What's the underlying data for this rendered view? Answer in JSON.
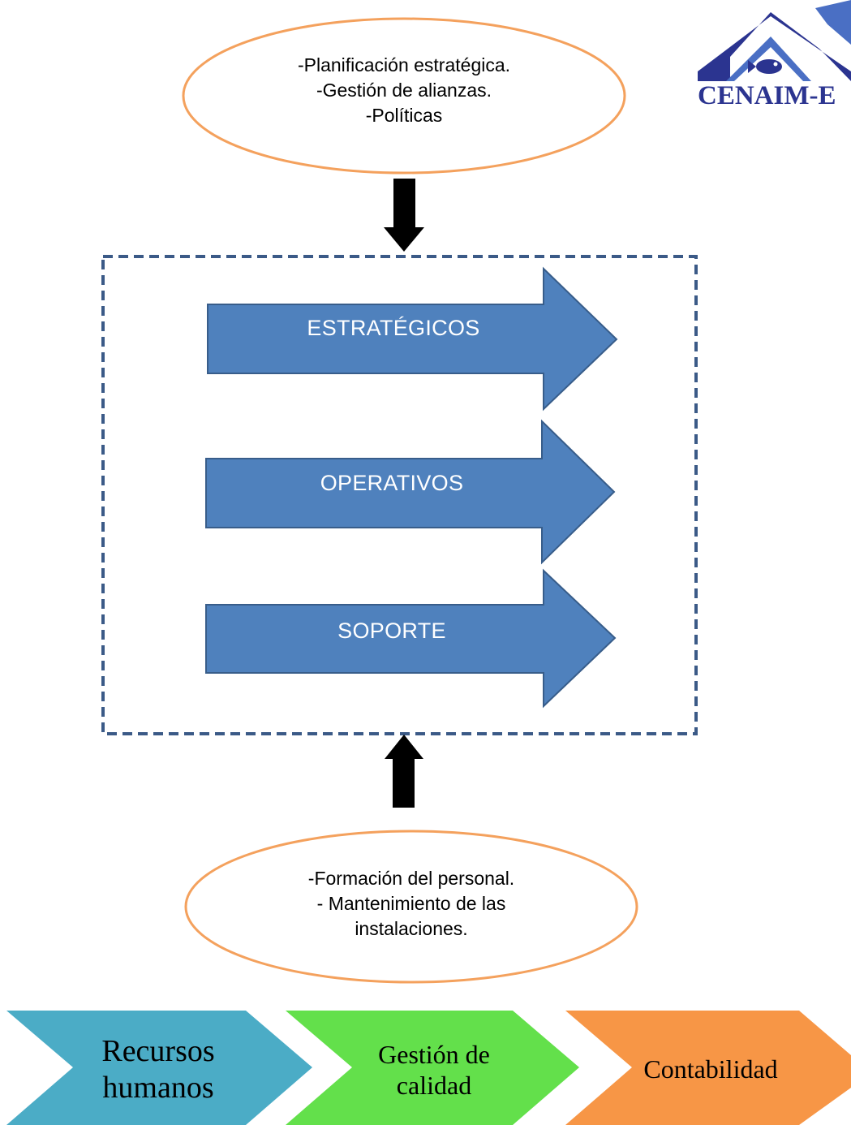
{
  "top_ellipse": {
    "lines": [
      "-Planificación estratégica.",
      "-Gestión de alianzas.",
      "-Políticas"
    ]
  },
  "process_arrows": [
    {
      "label": "ESTRATÉGICOS"
    },
    {
      "label": "OPERATIVOS"
    },
    {
      "label": "SOPORTE"
    }
  ],
  "bottom_ellipse": {
    "lines": [
      "-Formación del personal.",
      "- Mantenimiento de las",
      "instalaciones."
    ]
  },
  "chevrons": [
    {
      "lines": [
        "Recursos",
        "humanos"
      ],
      "color": "#4bacc6"
    },
    {
      "lines": [
        "Gestión de",
        "calidad"
      ],
      "color": "#63e04b"
    },
    {
      "lines": [
        "Contabilidad"
      ],
      "color": "#f79646"
    }
  ],
  "logo": {
    "text": "CENAIM-E"
  },
  "colors": {
    "ellipse_border": "#f4a15d",
    "arrow_fill": "#4f81bd",
    "arrow_border": "#385d8a",
    "dashed_border": "#3b5a87",
    "logo_blue": "#2b3490"
  }
}
